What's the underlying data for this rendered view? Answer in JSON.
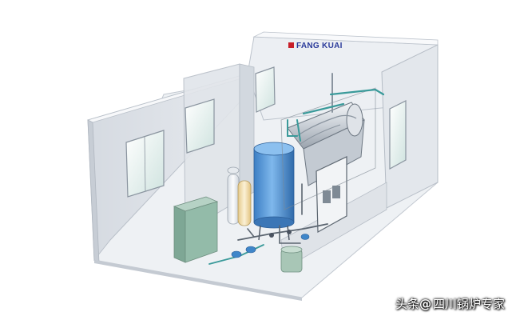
{
  "brand": {
    "logo_text": "FANG KUAI",
    "logo_color": "#c8202a",
    "text_color": "#2a3a9a"
  },
  "watermark": {
    "prefix": "头条",
    "at": "@",
    "account": "四川锅炉专家"
  },
  "colors": {
    "wall": "#e6e9ee",
    "wall_shade": "#cfd4dc",
    "floor": "#eef1f4",
    "tank_blue": "#4f93d6",
    "cabinet_green": "#8fb8a6",
    "pipe_teal": "#3a9a9a"
  }
}
